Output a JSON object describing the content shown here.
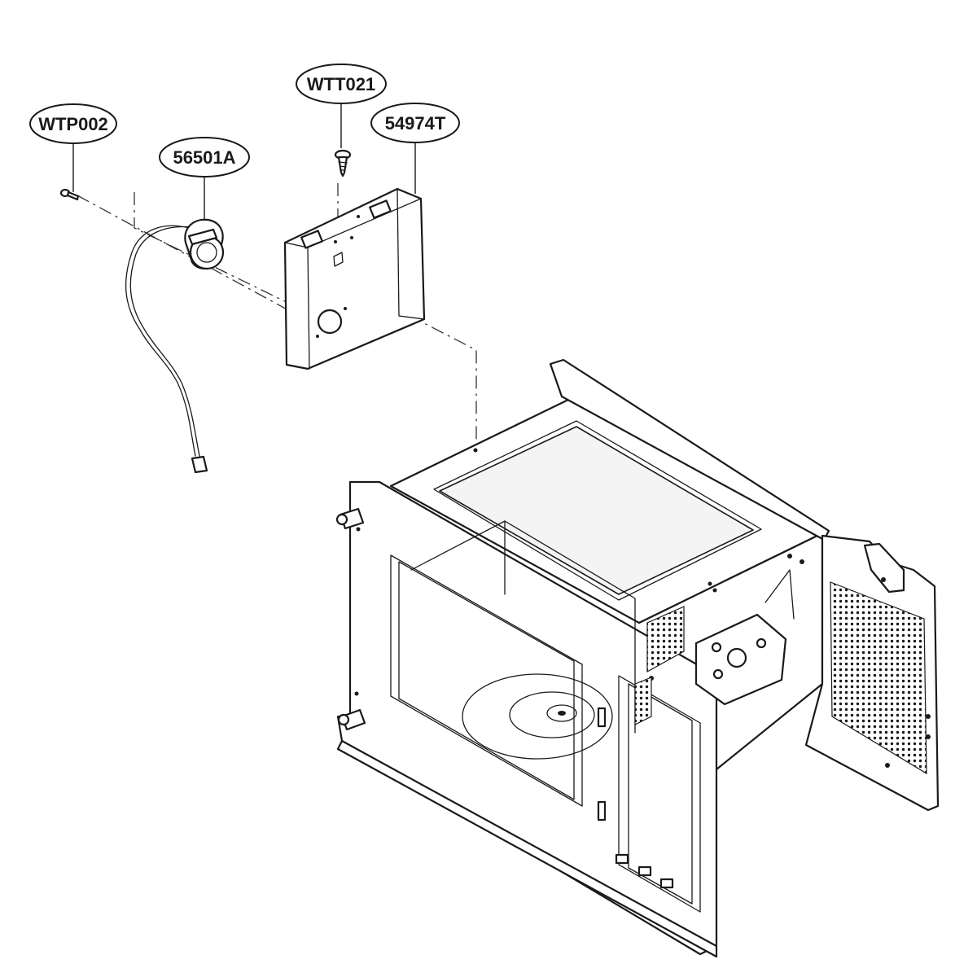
{
  "labels": {
    "screw_left": "WTP002",
    "motor": "56501A",
    "screw_top": "WTT021",
    "bracket": "54974T"
  },
  "colors": {
    "line": "#1a1a1a",
    "background": "#ffffff"
  }
}
